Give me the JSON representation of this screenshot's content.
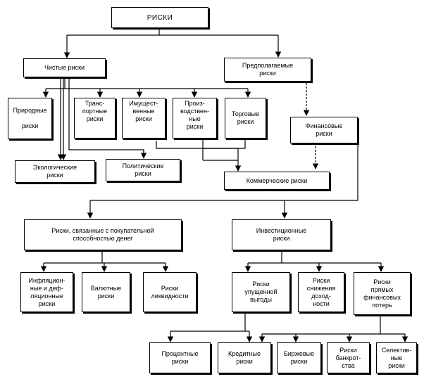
{
  "nodes": {
    "root": "РИСКИ",
    "pure": "Чистые риски",
    "speculative": "Предполагаемые\nриски",
    "natural": "Природные\n\nриски",
    "transport": "Транс-\nпортные\nриски",
    "property": "Имущест-\nвенные\nриски",
    "production": "Произ-\nводствен-\nные\nриски",
    "trade": "Торговые\nриски",
    "financial": "Финансовые\nриски",
    "ecological": "Экологические\nриски",
    "political": "Политические\nриски",
    "commercial": "Коммерческие риски",
    "purchasing": "Риски, связанные с покупательной\nспособностью денег",
    "investment": "Инвестиционные\nриски",
    "inflation": "Инфляцион-\nные и деф-\nляционные\nриски",
    "currency": "Валютные\nриски",
    "liquidity": "Риски\nликвидности",
    "lost_profit": "Риски\nупущенной\nвыгоды",
    "income_decrease": "Риски\nснижения\nдоход-\nности",
    "direct_losses": "Риски\nпрямых\nфинансовых\nпотерь",
    "interest": "Процентные\nриски",
    "credit": "Кредитные\nриски",
    "exchange": "Биржевые\nриски",
    "bankruptcy": "Риски\nбанкрот-\nства",
    "selective": "Селектив-\nные\nриски"
  },
  "colors": {
    "line": "#000000",
    "box_fill": "#ffffff",
    "shadow": "#000000"
  }
}
